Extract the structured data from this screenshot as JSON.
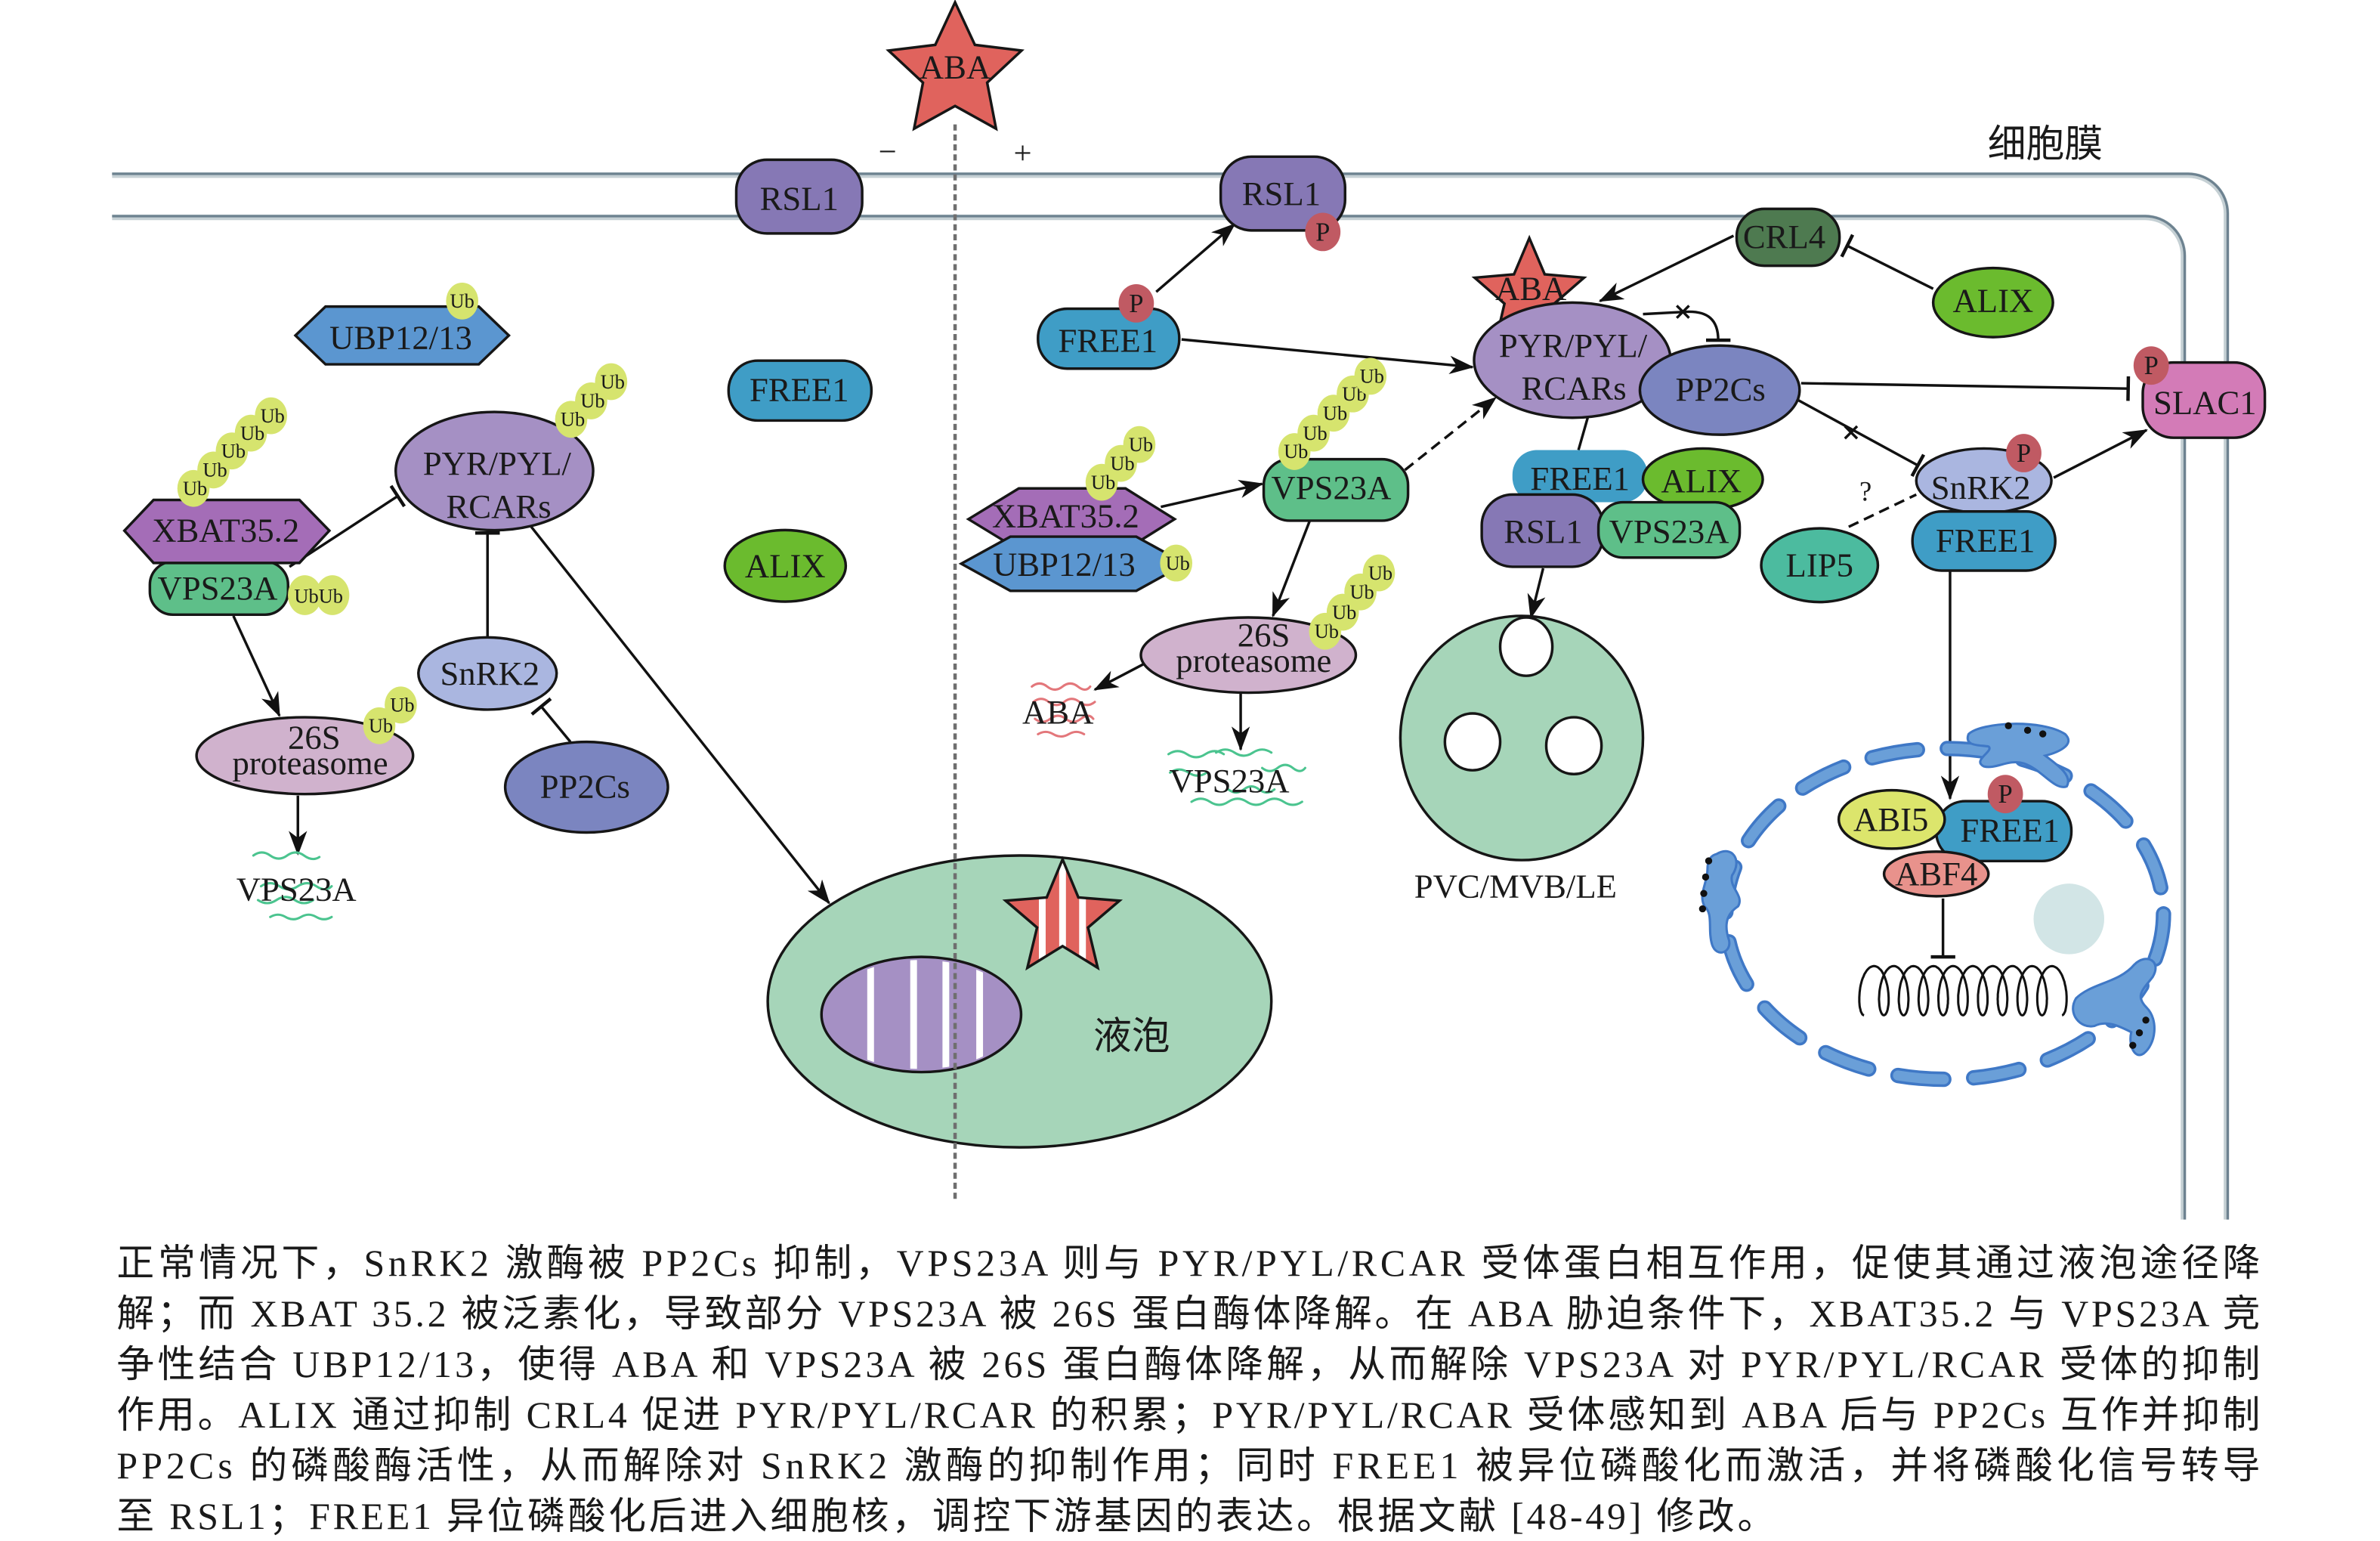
{
  "figure": {
    "aba_signal": {
      "label": "ABA",
      "minus": "−",
      "plus": "+"
    },
    "membrane_label": "细胞膜",
    "normal_condition": {
      "rsl1": "RSL1",
      "ubp12_13": "UBP12/13",
      "free1": "FREE1",
      "alix": "ALIX",
      "pyr_pyl_rcars": [
        "PYR/PYL/",
        "RCARs"
      ],
      "xbat35_2": "XBAT35.2",
      "vps23a": "VPS23A",
      "vps23a_ub": "UbUb",
      "proteasome": [
        "26S",
        "proteasome"
      ],
      "degraded_vps23a": "VPS23A",
      "snrk2": "SnRK2",
      "pp2cs": "PP2Cs",
      "vacuole": "液泡"
    },
    "aba_condition": {
      "rsl1": "RSL1",
      "free1": "FREE1",
      "crl4": "CRL4",
      "alix": "ALIX",
      "aba": "ABA",
      "pyr_pyl_rcars": [
        "PYR/PYL/",
        "RCARs"
      ],
      "pp2cs": "PP2Cs",
      "slac1": "SLAC1",
      "snrk2": "SnRK2",
      "snrk2_partner": "FREE1",
      "lip5": "LIP5",
      "unknown_link": "?",
      "xbat35_2": "XBAT35.2",
      "ubp12_13": "UBP12/13",
      "vps23a": "VPS23A",
      "proteasome": [
        "26S",
        "proteasome"
      ],
      "degraded_aba": "ABA",
      "degraded_vps23a": "VPS23A",
      "complex": {
        "free1": "FREE1",
        "alix": "ALIX",
        "rsl1": "RSL1",
        "vps23a": "VPS23A"
      },
      "pvc": "PVC/MVB/LE",
      "nucleus": {
        "abi5": "ABI5",
        "free1": "FREE1",
        "abf4": "ABF4"
      }
    },
    "modifications": {
      "ubiquitin": "Ub",
      "phosphate": "P"
    }
  },
  "colors": {
    "aba": "#e0635d",
    "rsl1": "#8678b5",
    "free1": "#3f9dc6",
    "ubp": "#5b96d0",
    "xbat": "#a46db7",
    "vps23a": "#5ebf89",
    "ubiquitin": "#d6e46e",
    "phosphate": "#c05a63",
    "pyr": "#a590c4",
    "alix": "#6bbb2e",
    "snrk2": "#aab6e0",
    "pp2cs": "#7b85c0",
    "proteasome": "#d0b2cd",
    "crl4": "#4e7a50",
    "slac1": "#d37bb7",
    "lip5": "#4cbb9f",
    "abi5": "#dce56c",
    "abf4": "#e8928c",
    "vacuole": "#a6d5b9",
    "envelope": "#6a9fd8",
    "envelope_edge": "#3f78c6",
    "nucleolus": "#d2e5e6",
    "membrane": "#6d8290",
    "membrane_light": "#c5d0d4",
    "degraded_aba": "#e3777b",
    "degraded_vps23a": "#4bc48f",
    "stripe": "#ffffff"
  },
  "caption": {
    "lines": [
      "正常情况下，SnRK2 激酶被 PP2Cs 抑制，VPS23A 则与 PYR/PYL/RCAR 受体蛋白相互作用，促使其通过液泡途径降",
      "解；而 XBAT 35.2 被泛素化，导致部分 VPS23A 被 26S 蛋白酶体降解。在 ABA 胁迫条件下，XBAT35.2 与 VPS23A 竞",
      "争性结合 UBP12/13，使得 ABA 和 VPS23A 被 26S 蛋白酶体降解，从而解除 VPS23A 对 PYR/PYL/RCAR 受体的抑制",
      "作用。ALIX 通过抑制 CRL4 促进 PYR/PYL/RCAR 的积累；PYR/PYL/RCAR 受体感知到 ABA 后与 PP2Cs 互作并抑制",
      "PP2Cs 的磷酸酶活性，从而解除对 SnRK2 激酶的抑制作用；同时 FREE1 被异位磷酸化而激活，并将磷酸化信号转导",
      "至 RSL1；FREE1 异位磷酸化后进入细胞核，调控下游基因的表达。根据文献 [48-49] 修改。"
    ]
  }
}
